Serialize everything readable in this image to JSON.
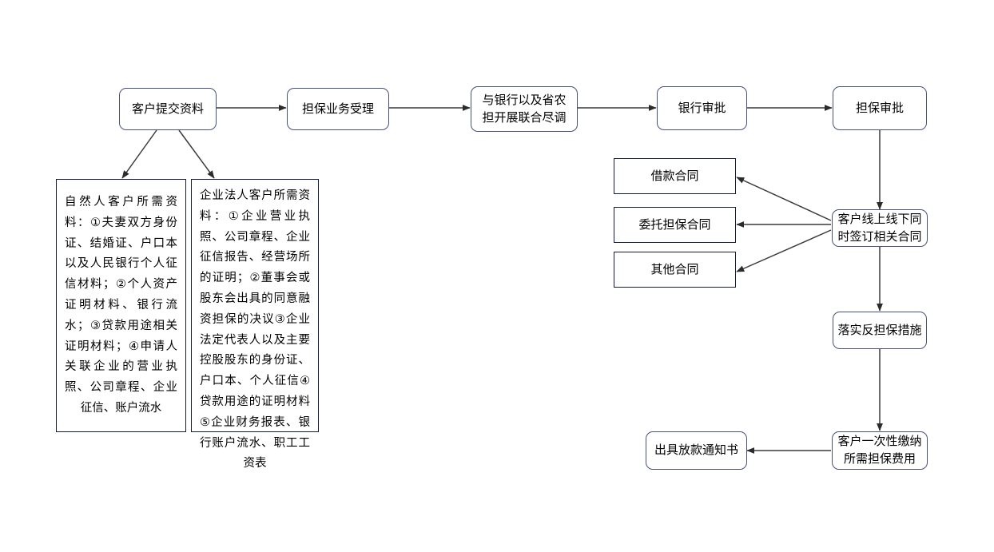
{
  "diagram": {
    "title": "担保业务办理流程图",
    "background": "#ffffff",
    "colors": {
      "rounded_border": "#48517e",
      "rect_border": "#141a3c",
      "edge": "#3a3a3a",
      "text": "#000000"
    }
  },
  "nodes": {
    "submit_materials": {
      "label": "客户提交资料",
      "shape": "rounded"
    },
    "guarantee_accept": {
      "label": "担保业务受理",
      "shape": "rounded"
    },
    "joint_due_diligence": {
      "label": "与银行以及省农\n担开展联合尽调",
      "shape": "rounded"
    },
    "bank_approval": {
      "label": "银行审批",
      "shape": "rounded"
    },
    "guarantee_approval": {
      "label": "担保审批",
      "shape": "rounded"
    },
    "natural_person_materials": {
      "label": "自然人客户所需资料：①夫妻双方身份证、结婚证、户口本以及人民银行个人征信材料；②个人资产证明材料、银行流水；③贷款用途相关证明材料；④申请人关联企业的营业执照、公司章程、企业征信、账户流水",
      "shape": "rect"
    },
    "corporate_materials": {
      "label": "企业法人客户所需资料：①企业营业执照、公司章程、企业征信报告、经营场所的证明；②董事会或股东会出具的同意融资担保的决议③企业法定代表人以及主要控股股东的身份证、户口本、个人征信④贷款用途的证明材料⑤企业财务报表、银行账户流水、职工工资表",
      "shape": "rect"
    },
    "loan_contract": {
      "label": "借款合同",
      "shape": "rect"
    },
    "entrusted_guarantee_contract": {
      "label": "委托担保合同",
      "shape": "rect"
    },
    "other_contract": {
      "label": "其他合同",
      "shape": "rect"
    },
    "sign_contracts": {
      "label": "客户线上线下同\n时签订相关合同",
      "shape": "rounded"
    },
    "counter_guarantee": {
      "label": "落实反担保措施",
      "shape": "rounded"
    },
    "pay_guarantee_fee": {
      "label": "客户一次性缴纳\n所需担保费用",
      "shape": "rounded"
    },
    "issue_loan_notice": {
      "label": "出具放款通知书",
      "shape": "rounded"
    }
  },
  "edges": [
    {
      "from": "submit_materials",
      "to": "guarantee_accept",
      "kind": "arrow-right"
    },
    {
      "from": "guarantee_accept",
      "to": "joint_due_diligence",
      "kind": "arrow-right"
    },
    {
      "from": "joint_due_diligence",
      "to": "bank_approval",
      "kind": "arrow-right"
    },
    {
      "from": "bank_approval",
      "to": "guarantee_approval",
      "kind": "arrow-right"
    },
    {
      "from": "submit_materials",
      "to": "natural_person_materials",
      "kind": "arrow-diagonal-down-left"
    },
    {
      "from": "submit_materials",
      "to": "corporate_materials",
      "kind": "arrow-diagonal-down-right"
    },
    {
      "from": "guarantee_approval",
      "to": "sign_contracts",
      "kind": "arrow-down"
    },
    {
      "from": "sign_contracts",
      "to": "loan_contract",
      "kind": "arrow-diagonal-up-left"
    },
    {
      "from": "sign_contracts",
      "to": "entrusted_guarantee_contract",
      "kind": "arrow-left"
    },
    {
      "from": "sign_contracts",
      "to": "other_contract",
      "kind": "arrow-diagonal-down-left"
    },
    {
      "from": "sign_contracts",
      "to": "counter_guarantee",
      "kind": "arrow-down"
    },
    {
      "from": "counter_guarantee",
      "to": "pay_guarantee_fee",
      "kind": "arrow-down"
    },
    {
      "from": "pay_guarantee_fee",
      "to": "issue_loan_notice",
      "kind": "arrow-left"
    }
  ]
}
